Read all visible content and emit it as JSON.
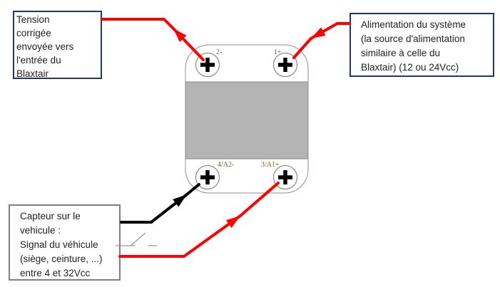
{
  "callouts": {
    "output": {
      "text": "Tension\ncorrigée\nenvoyée vers\nl'entrée du\nBlaxtair"
    },
    "power": {
      "text": "Alimentation du système\n(la source d'alimentation\nsimilaire à celle du\nBlaxtair) (12 ou 24Vcc)"
    },
    "sensor": {
      "text": "Capteur sur le\nvehicule :\nSignal du véhicule\n(siège, ceinture, ...)\nentre 4 et 32Vcc"
    }
  },
  "relay": {
    "terminals": [
      {
        "label": "2-",
        "position": "top-left"
      },
      {
        "label": "1+",
        "position": "top-right"
      },
      {
        "label": "4/A2-",
        "position": "bottom-left"
      },
      {
        "label": "3/A1+",
        "position": "bottom-right"
      }
    ]
  },
  "colors": {
    "wire_red": "#ff0000",
    "wire_black": "#000000",
    "callout_border_navy": "#1f3864",
    "callout_border_gray": "#808080",
    "relay_band_gray": "#b4b4b4",
    "terminal_label_brown": "#7d5a35"
  }
}
